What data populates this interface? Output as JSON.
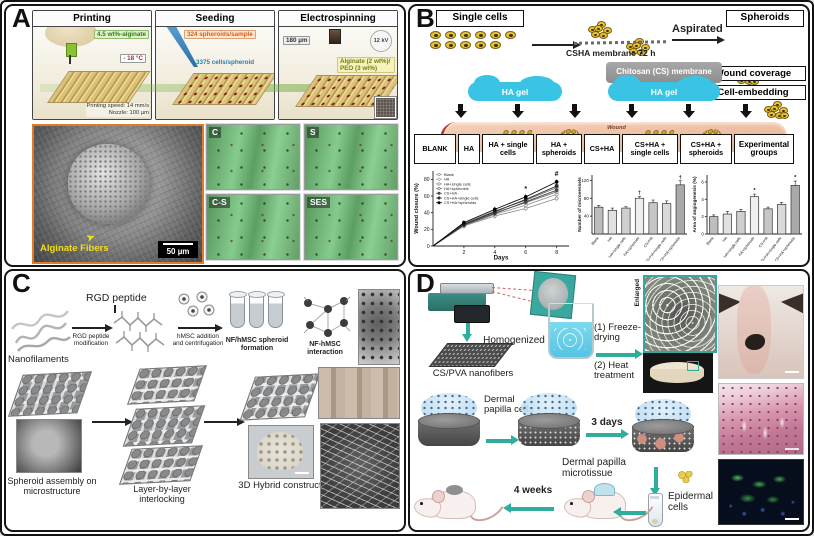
{
  "colors": {
    "teal": "#2fae9e",
    "cyan": "#39c4e6",
    "orange_border": "#e07b28",
    "wound_pink": "#eec2a8",
    "cell_yellow": "#e6c22e"
  },
  "panelA": {
    "label": "A",
    "steps": [
      {
        "title": "Printing",
        "tag": "4.5 wt%-alginate",
        "temp": "- 18 °C",
        "speed": "Printing speed: 14 mm/s",
        "nozzle": "Nozzle: 100 µm"
      },
      {
        "title": "Seeding",
        "tag": "324 spheroids/sample",
        "cells": "3375 cells/spheroid"
      },
      {
        "title": "Electrospinning",
        "diameter": "180 µm",
        "voltage": "12 kV",
        "material": "Alginate (2 wt%)/ PEO (3 wt%)"
      }
    ],
    "sem_label": "Alginate Fibers",
    "sem_scalebar": "50 µm",
    "micrographs": [
      "C",
      "S",
      "C-S",
      "SES"
    ]
  },
  "panelB": {
    "label": "B",
    "single_cells": "Single cells",
    "spheroids": "Spheroids",
    "aspirated": "Aspirated",
    "membrane_time": "CSHA membrane 72 h",
    "cs_membrane": "Chitosan (CS) membrane",
    "ha_gel_left": "HA gel",
    "ha_gel_right": "HA gel",
    "wound_coverage": "Wound coverage",
    "cell_embedding": "Cell-embedding",
    "wound": "Wound",
    "groups": [
      "BLANK",
      "HA",
      "HA + single cells",
      "HA + spheroids",
      "CS+HA",
      "CS+HA + single cells",
      "CS+HA + spheroids"
    ],
    "experimental_groups": "Experimental groups"
  },
  "panelC": {
    "label": "C",
    "rgd_peptide": "RGD peptide",
    "rgd_modification": "RGD peptide modification",
    "nanofilaments": "Nanofilaments",
    "hmsc": "hMSC addition and centrifugation",
    "spheroid_formation": "NF/hMSC spheroid formation",
    "interaction": "NF-hMSC interaction",
    "assembly": "Spheroid assembly on microstructure",
    "interlocking": "Layer-by-layer interlocking",
    "construct": "3D Hybrid construct"
  },
  "panelD": {
    "label": "D",
    "homogenized": "Homogenized",
    "nanofibers": "CS/PVA nanofibers",
    "freeze": "(1) Freeze-drying",
    "heat": "(2) Heat treatment",
    "enlarged": "Enlarged",
    "dp_cells": "Dermal papilla cells",
    "days": "3 days",
    "microtissue": "Dermal papilla microtissue",
    "epidermal": "Epidermal cells",
    "weeks": "4 weeks"
  },
  "chart_data": [
    {
      "type": "line",
      "title": "",
      "xlabel": "Days",
      "ylabel": "Wound closure (%)",
      "x": [
        0,
        2,
        4,
        6,
        8
      ],
      "xticks": [
        2,
        4,
        6,
        8
      ],
      "xlim": [
        0,
        8.8
      ],
      "ylim": [
        0,
        90
      ],
      "yticks": [
        0,
        20,
        40,
        60,
        80
      ],
      "grid": false,
      "legend_position": "upper-left",
      "series": [
        {
          "name": "Blank",
          "values": [
            0,
            24,
            36,
            45,
            57
          ]
        },
        {
          "name": "HA",
          "values": [
            0,
            24,
            38,
            49,
            62
          ]
        },
        {
          "name": "HA+single cells",
          "values": [
            0,
            26,
            40,
            52,
            65
          ]
        },
        {
          "name": "HA+spheroids",
          "values": [
            0,
            27,
            42,
            55,
            70
          ]
        },
        {
          "name": "CS+HA",
          "values": [
            0,
            25,
            39,
            53,
            67
          ]
        },
        {
          "name": "CS+HA+single cells",
          "values": [
            0,
            26,
            41,
            56,
            72
          ]
        },
        {
          "name": "CS+HA+spheroids",
          "values": [
            0,
            28,
            44,
            59,
            77
          ]
        }
      ],
      "annotations": [
        {
          "text": "*",
          "x": 6,
          "y": 66
        },
        {
          "text": "#",
          "x": 8,
          "y": 84
        }
      ]
    },
    {
      "type": "bar",
      "title": "",
      "xlabel": "",
      "ylabel": "Number of microvessels",
      "categories": [
        "Blank",
        "HA",
        "HA+single cells",
        "HA+spheroids",
        "CS+HA",
        "CS+HA+single cells",
        "CS+HA+spheroids"
      ],
      "values": [
        60,
        53,
        58,
        80,
        70,
        68,
        110
      ],
      "errors": [
        4,
        5,
        3,
        4,
        6,
        6,
        9
      ],
      "yticks": [
        40,
        80,
        120
      ],
      "ylim": [
        0,
        132
      ],
      "grid": false,
      "bar_annotations": [
        "",
        "",
        "",
        "†",
        "",
        "",
        "†"
      ]
    },
    {
      "type": "bar",
      "title": "",
      "xlabel": "",
      "ylabel": "Area of angiogenesis (%)",
      "categories": [
        "Blank",
        "HA",
        "HA+single cells",
        "HA+spheroids",
        "CS+HA",
        "CS+HA+single cells",
        "CS+HA+spheroids"
      ],
      "values": [
        2.0,
        2.3,
        2.6,
        4.3,
        2.9,
        3.4,
        5.6
      ],
      "errors": [
        0.2,
        0.3,
        0.25,
        0.3,
        0.2,
        0.25,
        0.5
      ],
      "yticks": [
        0,
        2,
        4,
        6
      ],
      "ylim": [
        0,
        6.8
      ],
      "grid": false,
      "bar_annotations": [
        "",
        "",
        "",
        "*",
        "",
        "",
        "*"
      ]
    }
  ]
}
